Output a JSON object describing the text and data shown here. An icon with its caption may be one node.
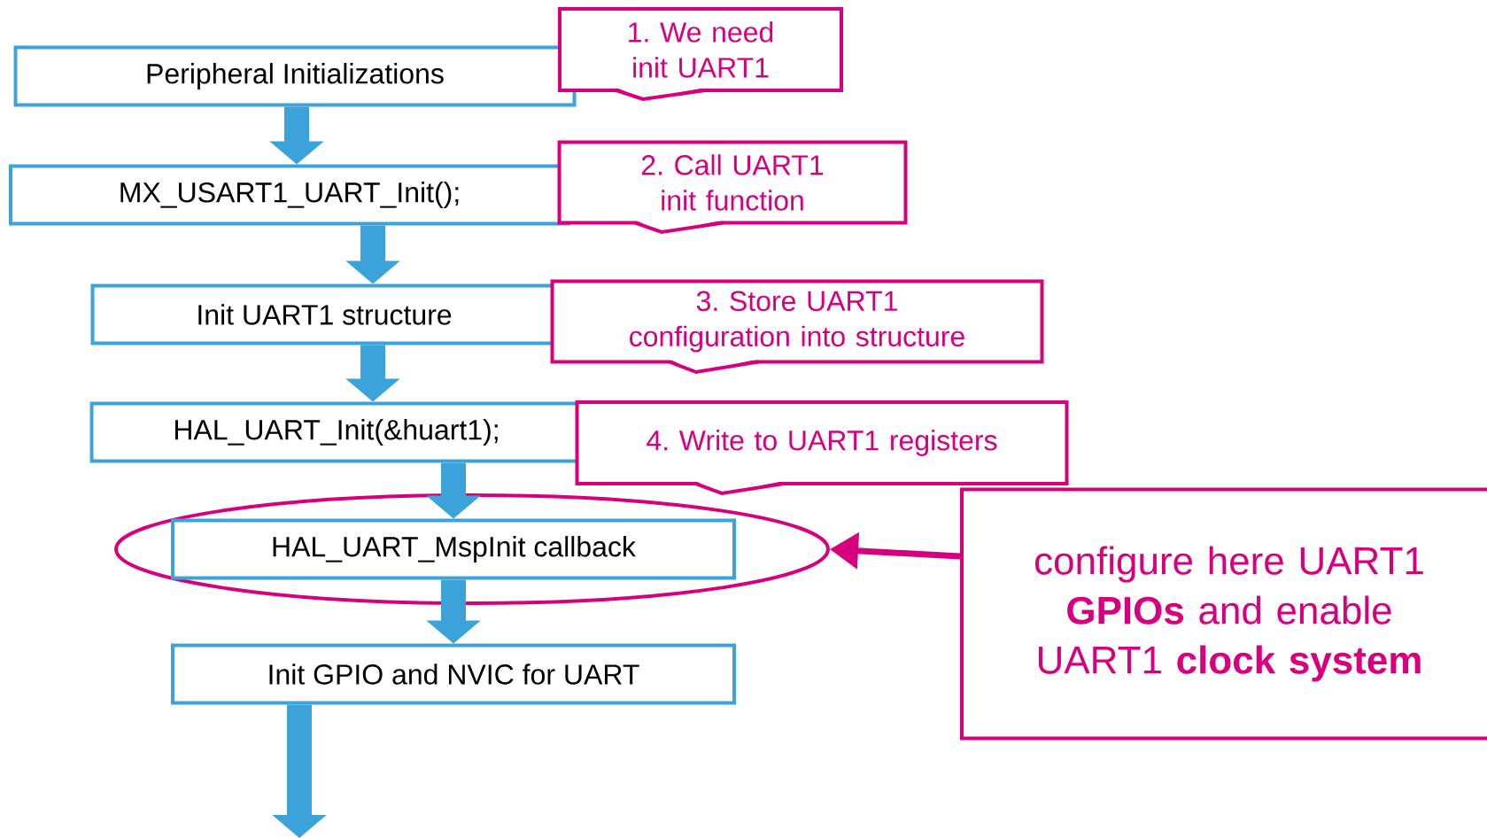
{
  "diagram": {
    "nodes": [
      {
        "text": [
          "Peripheral Initializations"
        ]
      },
      {
        "text": [
          "MX_USART1_UART_Init();"
        ]
      },
      {
        "text": [
          "Init UART1 structure"
        ]
      },
      {
        "text": [
          "HAL_UART_Init(&huart1);"
        ]
      },
      {
        "text": [],
        "shape": "ellipse"
      },
      {
        "text": [
          "HAL_UART_MspInit callback"
        ],
        "in": 4
      },
      {
        "text": [
          "Init GPIO and NVIC for UART"
        ]
      },
      {
        "text": [
          "1. We need init UART1"
        ]
      },
      {
        "text": [
          "2. Call UART1 init function"
        ]
      },
      {
        "text": [
          "3. Store UART1 configuration into structure"
        ]
      },
      {
        "text": [
          "4. Write to UART1 registers"
        ]
      },
      {
        "text": [
          "configure here UART1 **GPIOs** and enable UART1 **clock system**"
        ]
      }
    ],
    "edges": [
      {
        "from": 0,
        "to": 1,
        "arrow": "to"
      },
      {
        "from": 1,
        "to": 2,
        "arrow": "to"
      },
      {
        "from": 2,
        "to": 3,
        "arrow": "to"
      },
      {
        "from": 3,
        "to": 5,
        "arrow": "to"
      },
      {
        "from": 5,
        "to": 6,
        "arrow": "to"
      },
      {
        "from": 6,
        "to": null,
        "arrow": "to"
      },
      {
        "from": 11,
        "to": 4,
        "arrow": "to",
        "color": "#d6007e"
      }
    ]
  }
}
